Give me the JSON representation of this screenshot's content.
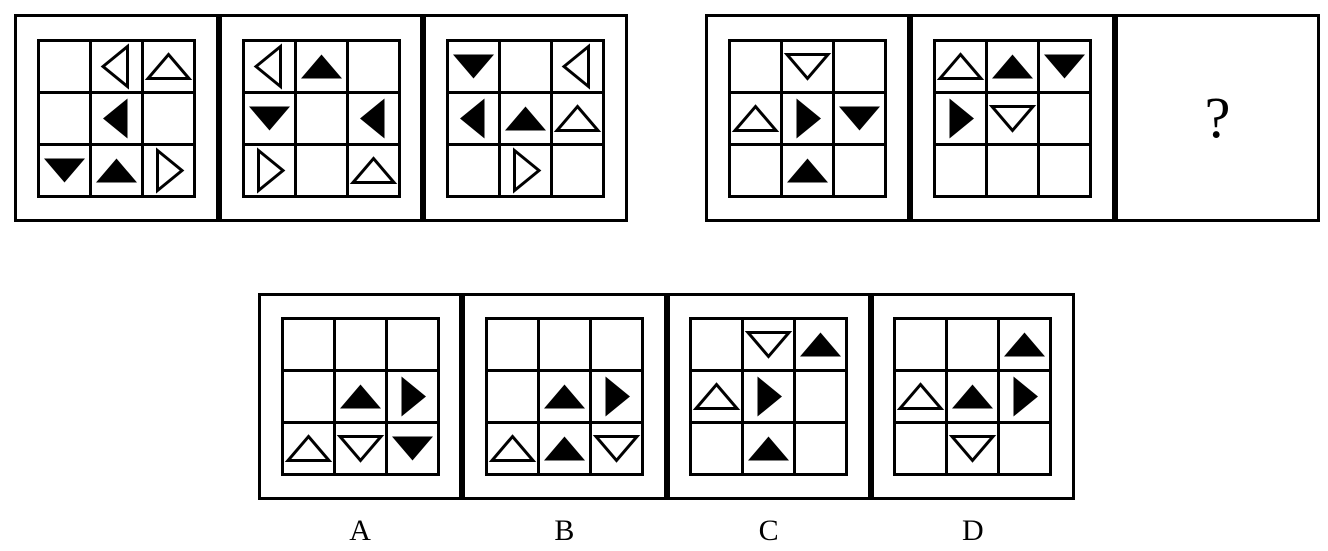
{
  "colors": {
    "ink": "#000000",
    "background": "#ffffff"
  },
  "puzzle": {
    "question_mark_label": "?",
    "sequence_left": {
      "panels": [
        {
          "cells": [
            "",
            "left-outline",
            "up-outline",
            "",
            "left-filled",
            "",
            "down-filled",
            "up-filled",
            "right-outline"
          ]
        },
        {
          "cells": [
            "left-outline",
            "up-filled",
            "",
            "down-filled",
            "",
            "left-filled",
            "right-outline",
            "",
            "up-outline"
          ]
        },
        {
          "cells": [
            "down-filled",
            "",
            "left-outline",
            "left-filled",
            "up-filled",
            "up-outline",
            "",
            "right-outline",
            ""
          ]
        }
      ]
    },
    "sequence_right": {
      "panels": [
        {
          "cells": [
            "",
            "down-outline",
            "",
            "up-outline",
            "right-filled",
            "down-filled",
            "",
            "up-filled",
            ""
          ]
        },
        {
          "cells": [
            "up-outline",
            "up-filled",
            "down-filled",
            "right-filled",
            "down-outline",
            "",
            "",
            "",
            ""
          ]
        }
      ]
    },
    "options": [
      {
        "label": "A",
        "cells": [
          "",
          "",
          "",
          "",
          "up-filled",
          "right-filled",
          "up-outline",
          "down-outline",
          "down-filled"
        ]
      },
      {
        "label": "B",
        "cells": [
          "",
          "",
          "",
          "",
          "up-filled",
          "right-filled",
          "up-outline",
          "up-filled",
          "down-outline"
        ]
      },
      {
        "label": "C",
        "cells": [
          "",
          "down-outline",
          "up-filled",
          "up-outline",
          "right-filled",
          "",
          "",
          "up-filled",
          ""
        ]
      },
      {
        "label": "D",
        "cells": [
          "",
          "",
          "up-filled",
          "up-outline",
          "up-filled",
          "right-filled",
          "",
          "down-outline",
          ""
        ]
      }
    ]
  }
}
